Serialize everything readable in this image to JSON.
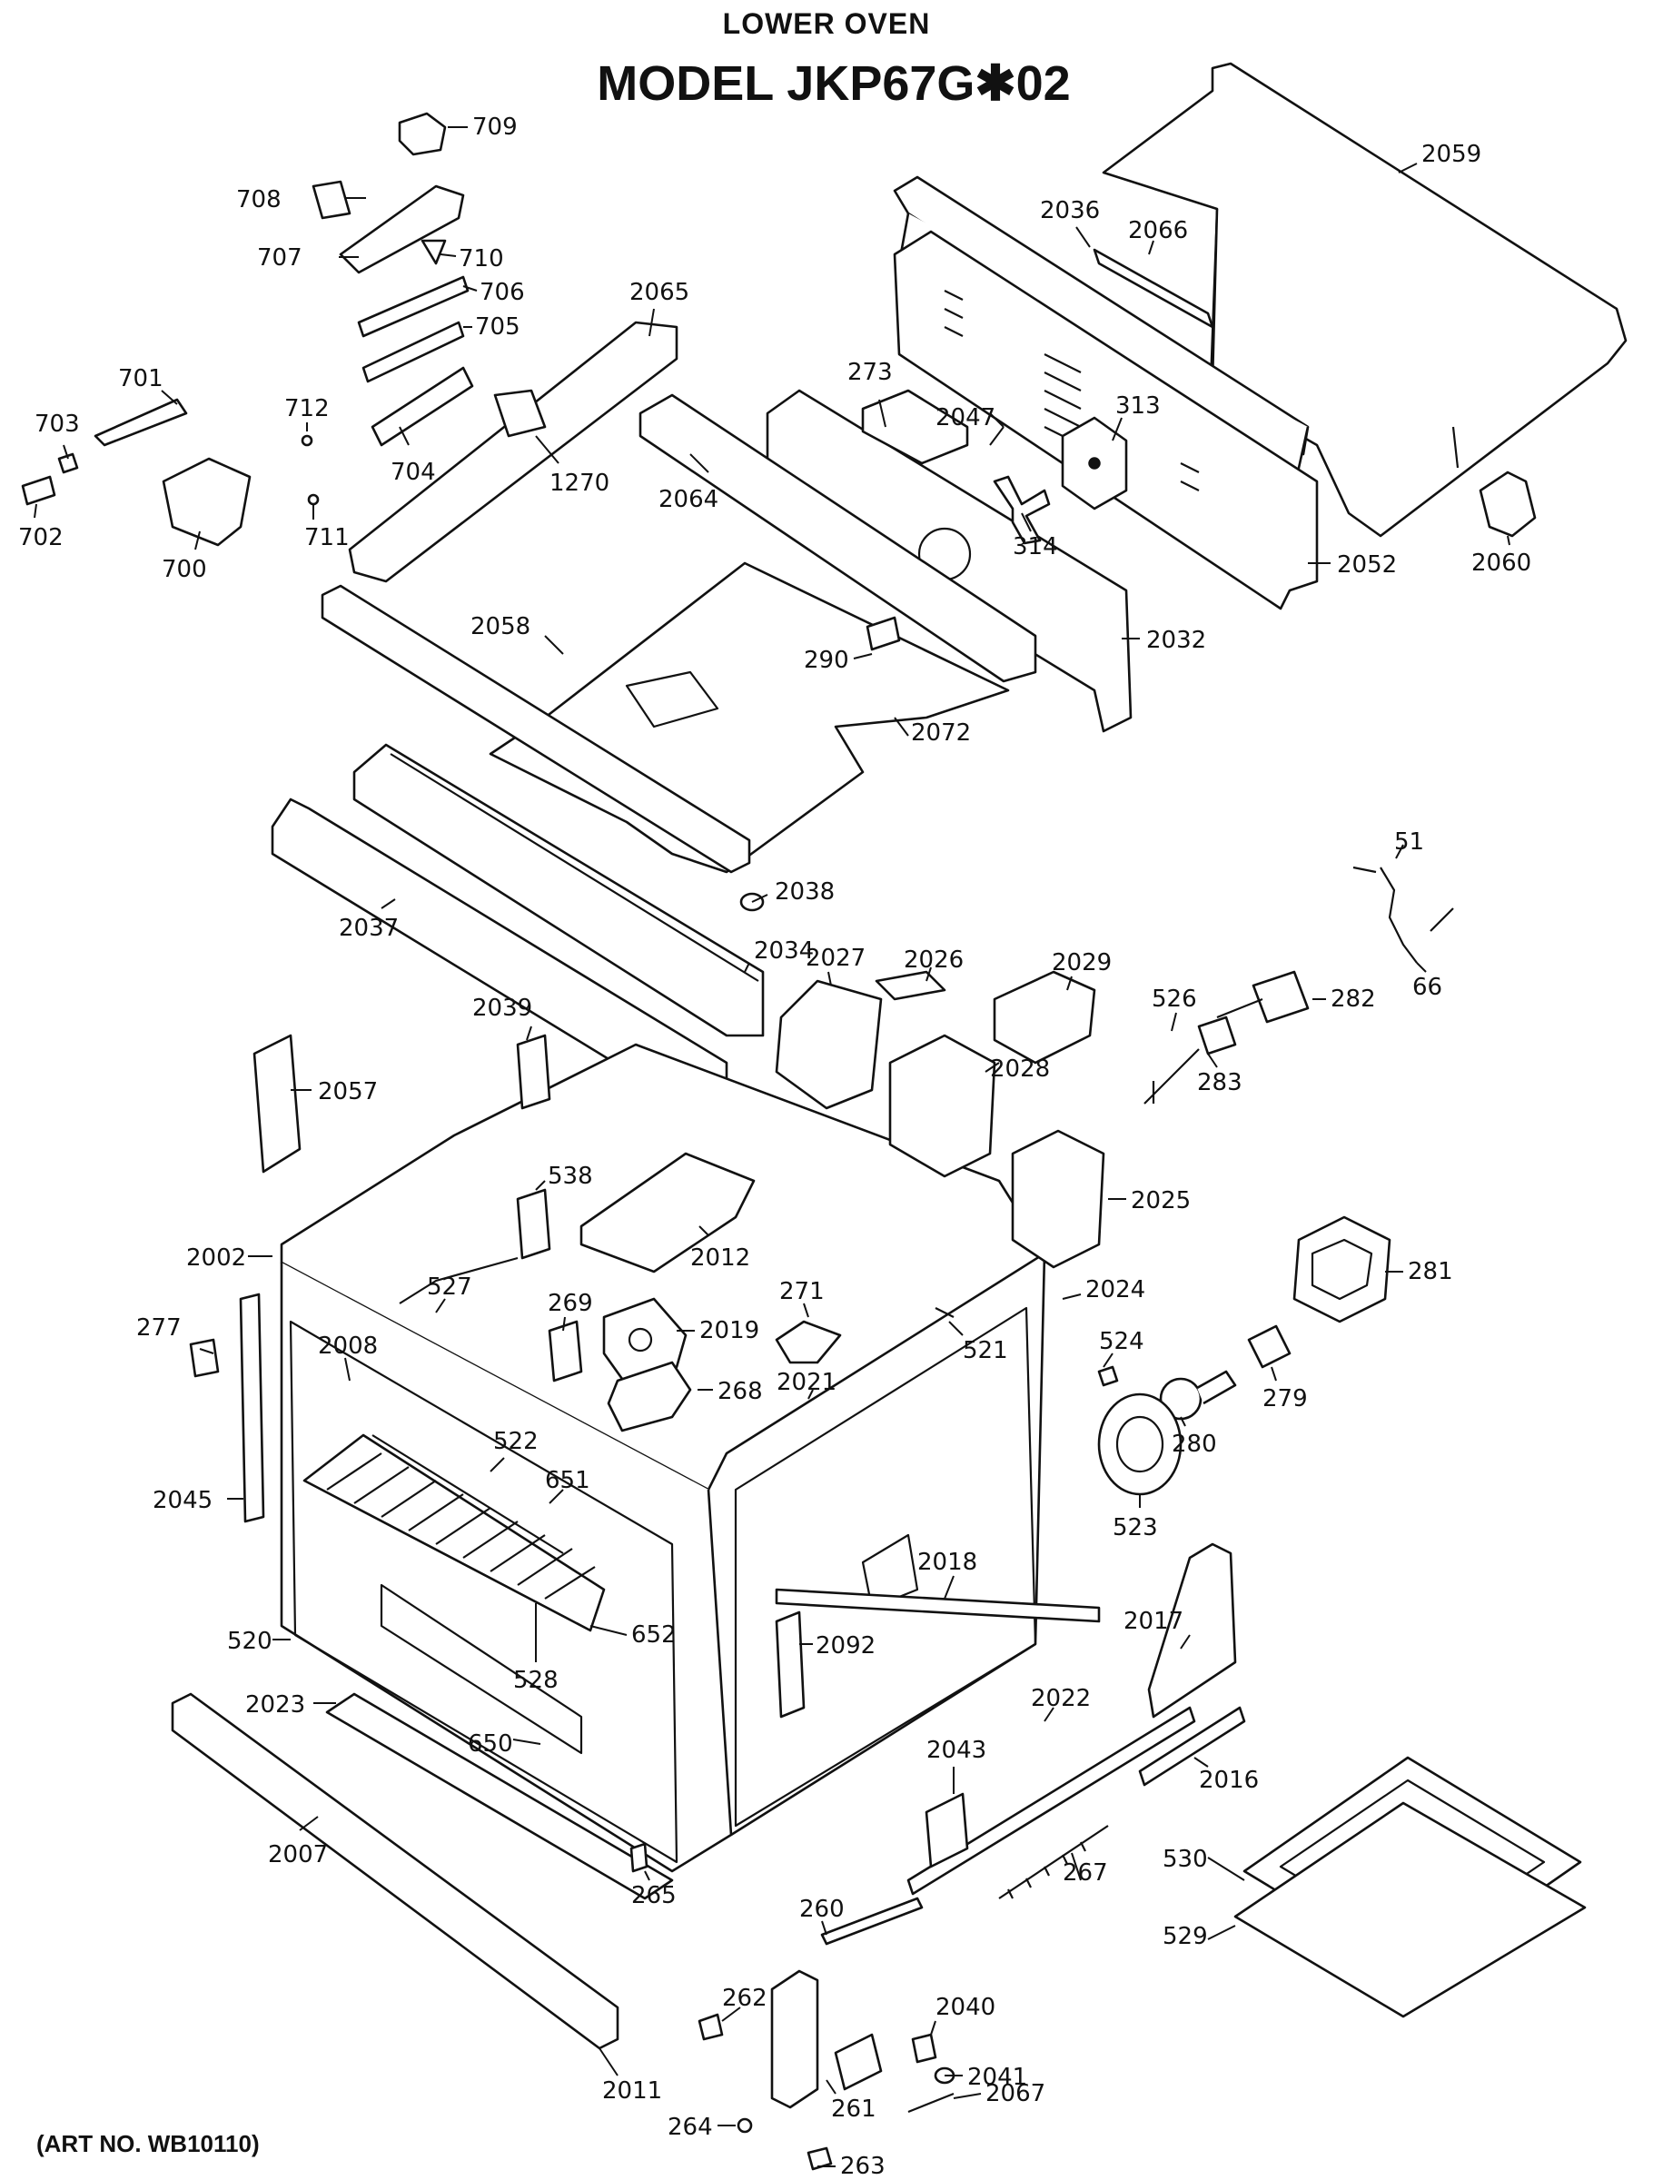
{
  "header": {
    "subtitle": "LOWER OVEN",
    "title": "MODEL JKP67G✱02"
  },
  "footer": {
    "art_no": "(ART NO. WB10110)"
  },
  "parts": {
    "p709": "709",
    "p708": "708",
    "p707": "707",
    "p710": "710",
    "p706": "706",
    "p705": "705",
    "p704": "704",
    "p712": "712",
    "p711": "711",
    "p701": "701",
    "p703": "703",
    "p702": "702",
    "p700": "700",
    "p1270": "1270",
    "p2065": "2065",
    "p2064": "2064",
    "p273": "273",
    "p2047": "2047",
    "p313": "313",
    "p314": "314",
    "p2036": "2036",
    "p2066": "2066",
    "p2059": "2059",
    "p2052": "2052",
    "p2060": "2060",
    "p2032": "2032",
    "p2058": "2058",
    "p290": "290",
    "p2072": "2072",
    "p2038": "2038",
    "p2037": "2037",
    "p2034": "2034",
    "p51": "51",
    "p66": "66",
    "p2027": "2027",
    "p2026": "2026",
    "p2029": "2029",
    "p2028": "2028",
    "p526": "526",
    "p282": "282",
    "p283": "283",
    "p2039": "2039",
    "p2057": "2057",
    "p538": "538",
    "p2025": "2025",
    "p2002": "2002",
    "p2012": "2012",
    "p281": "281",
    "p527": "527",
    "p269": "269",
    "p271": "271",
    "p2024": "2024",
    "p277": "277",
    "p2019": "2019",
    "p524": "524",
    "p2008": "2008",
    "p521": "521",
    "p279": "279",
    "p268": "268",
    "p2021": "2021",
    "p280": "280",
    "p522": "522",
    "p651": "651",
    "p523": "523",
    "p2045": "2045",
    "p2018": "2018",
    "p652": "652",
    "p2092": "2092",
    "p2017": "2017",
    "p520": "520",
    "p528": "528",
    "p2022": "2022",
    "p2023": "2023",
    "p650": "650",
    "p2043": "2043",
    "p2016": "2016",
    "p2007": "2007",
    "p530": "530",
    "p267": "267",
    "p265": "265",
    "p529": "529",
    "p260": "260",
    "p262": "262",
    "p2040": "2040",
    "p2041": "2041",
    "p2011": "2011",
    "p261": "261",
    "p2067": "2067",
    "p264": "264",
    "p263": "263"
  }
}
